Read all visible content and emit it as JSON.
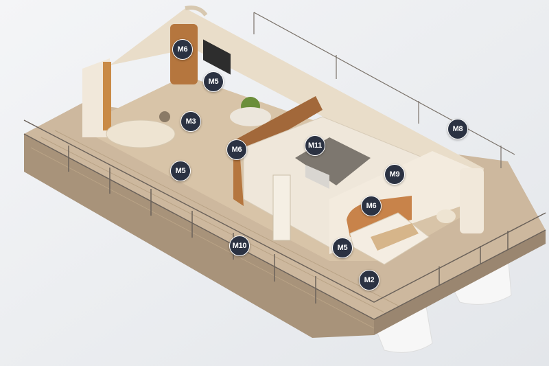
{
  "markers": [
    {
      "id": "m6-column",
      "label": "M6"
    },
    {
      "id": "m5-tv-unit",
      "label": "M5"
    },
    {
      "id": "m3-living",
      "label": "M3"
    },
    {
      "id": "m6-partition",
      "label": "M6"
    },
    {
      "id": "m5-side-table",
      "label": "M5"
    },
    {
      "id": "m11-bathroom",
      "label": "M11"
    },
    {
      "id": "m9-bedroom-wall",
      "label": "M9"
    },
    {
      "id": "m8-railing",
      "label": "M8"
    },
    {
      "id": "m6-headboard",
      "label": "M6"
    },
    {
      "id": "m5-nightstand",
      "label": "M5"
    },
    {
      "id": "m10-deck",
      "label": "M10"
    },
    {
      "id": "m2-floor",
      "label": "M2"
    }
  ],
  "colors": {
    "marker": "#2b3242",
    "deck": "#c9b49a",
    "wood": "#b5763e",
    "wall": "#efe6d8"
  }
}
